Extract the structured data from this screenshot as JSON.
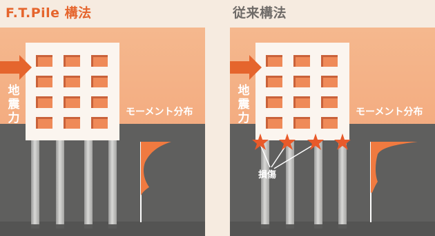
{
  "left": {
    "title": "F.T.Pile 構法",
    "force_label": "地震力",
    "moment_label": "モーメント分布"
  },
  "right": {
    "title": "従来構法",
    "force_label": "地震力",
    "moment_label": "モーメント分布",
    "damage_label": "損傷"
  },
  "colors": {
    "accent": "#e5652d",
    "panel_bg": "#f3aa7e",
    "ground": "#5f5f5e",
    "building": "#fbf5ef",
    "window": "#ef8a58",
    "damage_star": "#e85a2a"
  },
  "icons": {
    "arrow": "force-arrow-icon",
    "star": "damage-star-icon"
  }
}
